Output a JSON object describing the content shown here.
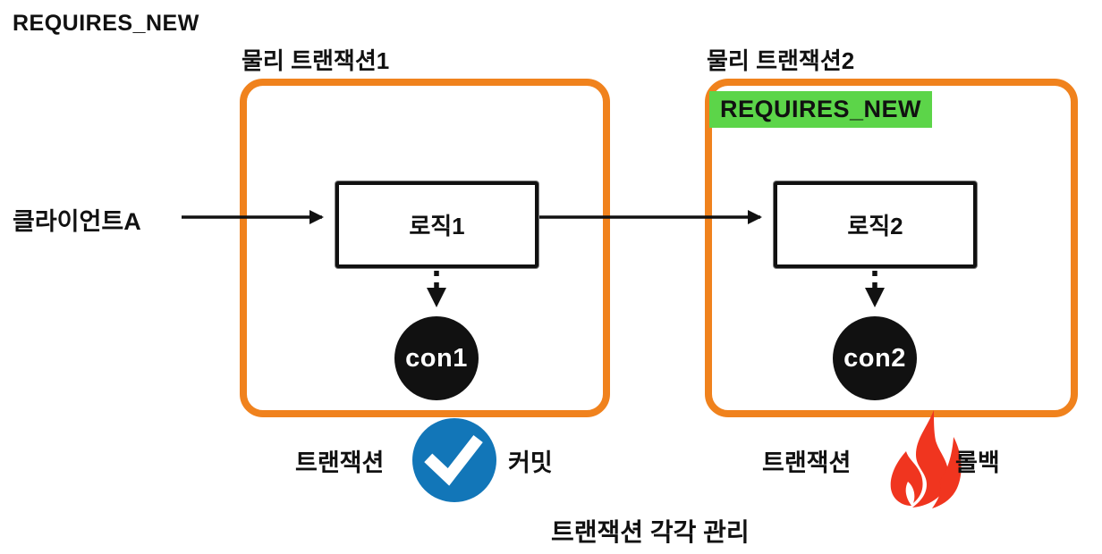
{
  "title": "REQUIRES_NEW",
  "colors": {
    "orange_border": "#F0821D",
    "green_highlight": "#5CD549",
    "check_blue": "#1276B8",
    "flame_red": "#F0351F",
    "line_black": "#111111",
    "check_white": "#FFFFFF"
  },
  "client": {
    "label": "클라이언트A"
  },
  "tx1": {
    "title": "물리 트랜잭션1",
    "logic_label": "로직1",
    "connection_label": "con1",
    "result_prefix": "트랜잭션",
    "result": "커밋",
    "result_icon": "check-circle"
  },
  "tx2": {
    "title": "물리 트랜잭션2",
    "badge": "REQUIRES_NEW",
    "logic_label": "로직2",
    "connection_label": "con2",
    "result_prefix": "트랜잭션",
    "result": "롤백",
    "result_icon": "fire"
  },
  "caption": "트랜잭션 각각 관리"
}
